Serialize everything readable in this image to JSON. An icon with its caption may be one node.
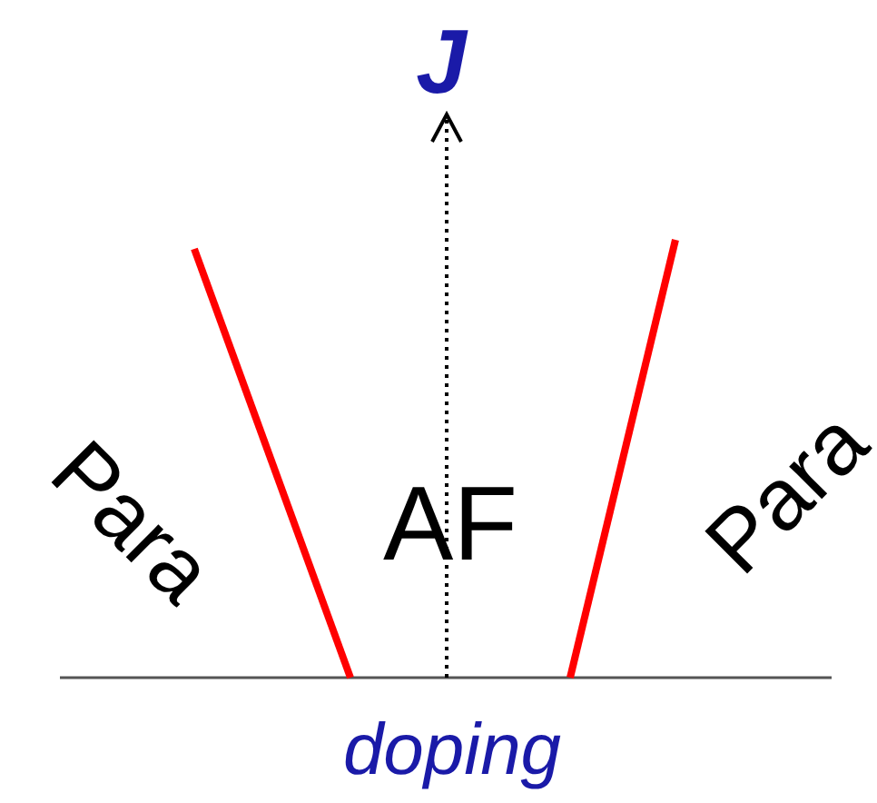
{
  "diagram": {
    "labels": [
      "J",
      "Para",
      "AF",
      "Para",
      "doping"
    ]
  }
}
